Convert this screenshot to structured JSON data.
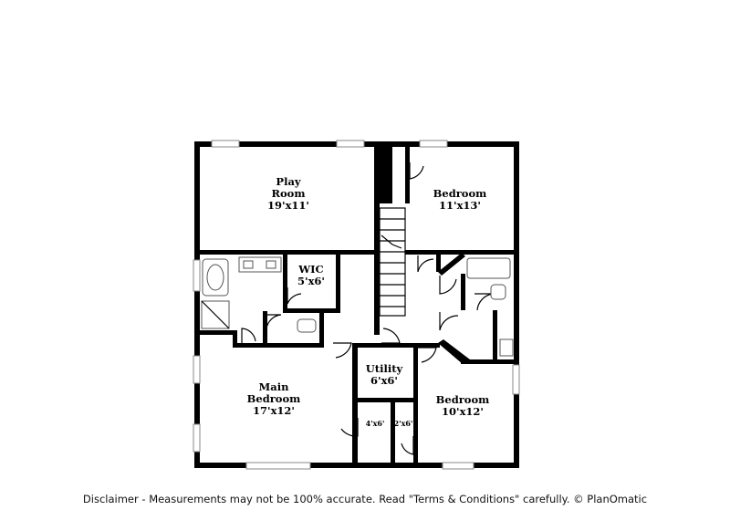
{
  "rooms": {
    "play_room": {
      "name_line1": "Play",
      "name_line2": "Room",
      "size": "19'x11'"
    },
    "bedroom_upper": {
      "name": "Bedroom",
      "size": "11'x13'"
    },
    "wic": {
      "name": "WIC",
      "size": "5'x6'"
    },
    "utility": {
      "name": "Utility",
      "size": "6'x6'"
    },
    "main_bedroom": {
      "name_line1": "Main",
      "name_line2": "Bedroom",
      "size": "17'x12'"
    },
    "bedroom_lower": {
      "name": "Bedroom",
      "size": "10'x12'"
    },
    "closet_4x6": {
      "size": "4'x6'"
    },
    "closet_2x6": {
      "size": "2'x6'"
    }
  },
  "footer": {
    "disclaimer": "Disclaimer - Measurements may not be 100% accurate. Read \"Terms & Conditions\" carefully. © PlanOmatic"
  }
}
